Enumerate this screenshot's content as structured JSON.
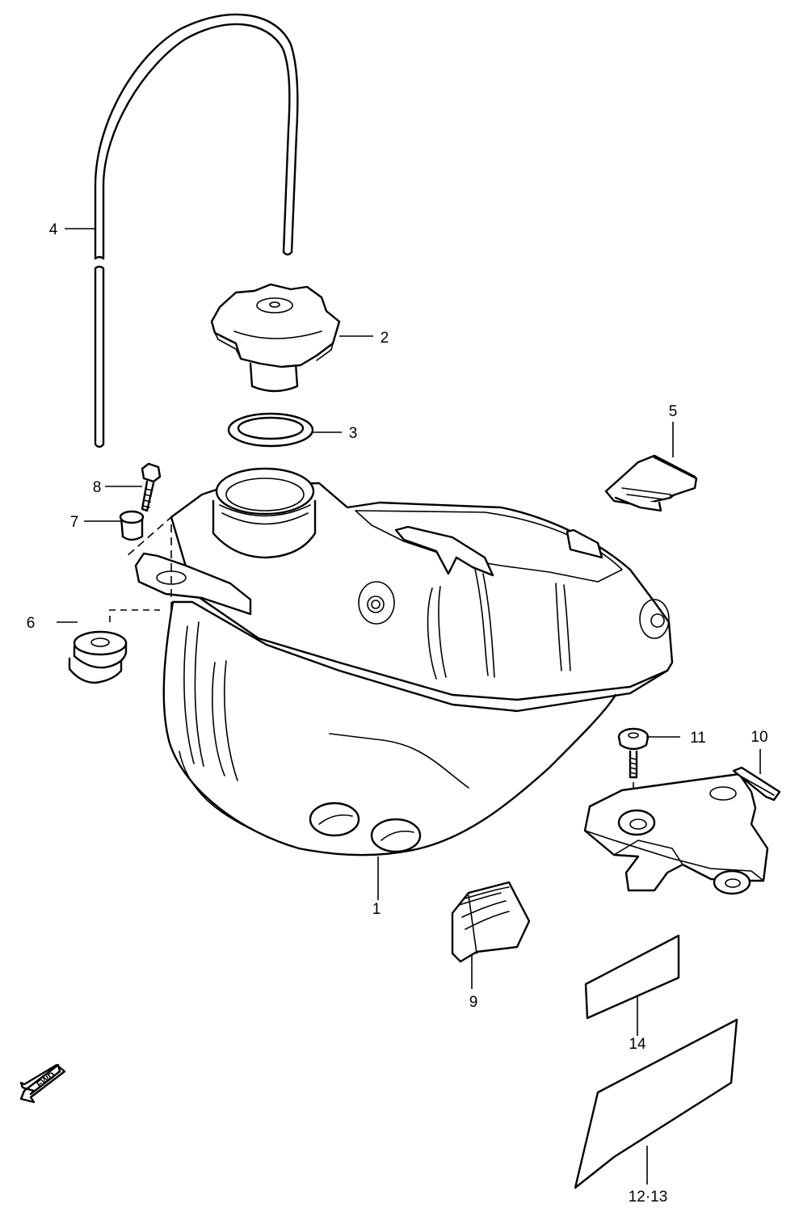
{
  "callouts": {
    "c1": "1",
    "c2": "2",
    "c3": "3",
    "c4": "4",
    "c5": "5",
    "c6": "6",
    "c7": "7",
    "c8": "8",
    "c9": "9",
    "c10": "10",
    "c11": "11",
    "c12_13": "12·13",
    "c14": "14"
  },
  "fwd_arrow": {
    "label": "FWD",
    "icon": "forward-arrow-icon"
  },
  "colors": {
    "line": "#000000",
    "background": "#ffffff"
  }
}
